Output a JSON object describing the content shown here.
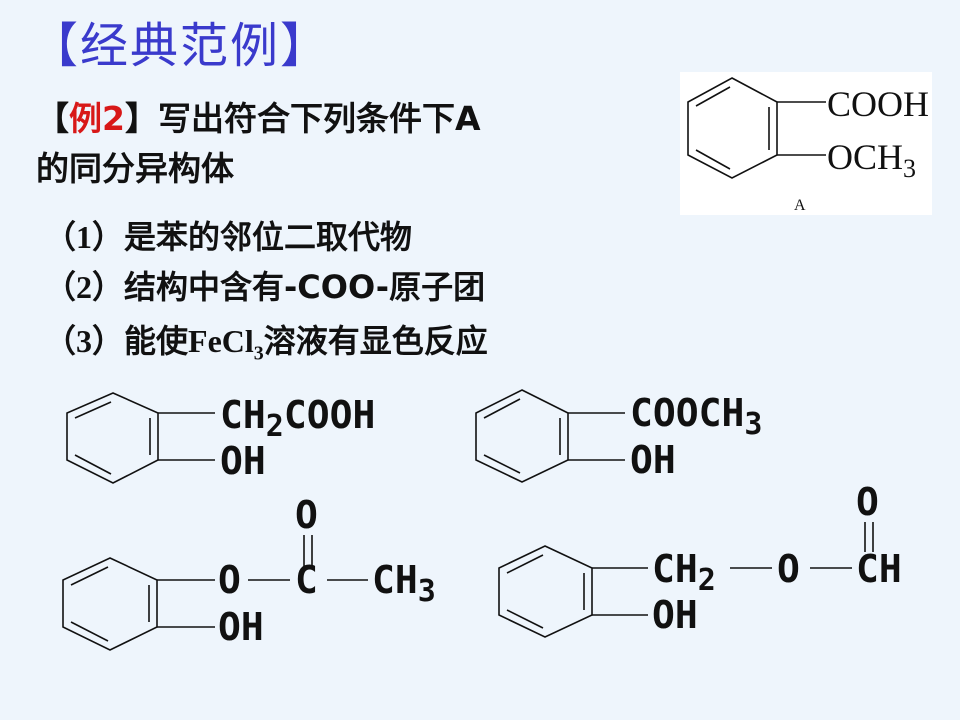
{
  "title": "【经典范例】",
  "example": {
    "open_bracket": "【",
    "label": "例2",
    "close_bracket": "】",
    "question_part1": "写出符合下列条件下A",
    "question_part2": "的同分异构体"
  },
  "conditions": [
    {
      "num": "（1）",
      "text": "是苯的邻位二取代物"
    },
    {
      "num": "（2）",
      "text": "结构中含有-COO-原子团"
    },
    {
      "num": "（3）",
      "text_before": "能使",
      "formula": "FeCl",
      "subscript": "3",
      "text_after": "溶液有显色反应"
    }
  ],
  "compound_a": {
    "group1": "COOH",
    "group2": "OCH",
    "group2_sub": "3",
    "label": "A"
  },
  "isomers": [
    {
      "group1": "CH",
      "group1_sub": "2",
      "group1_rest": "COOH",
      "group2": "OH"
    },
    {
      "group1": "COOCH",
      "group1_sub": "3",
      "group2": "OH"
    },
    {
      "o_link": "O",
      "carbonyl_c": "C",
      "carbonyl_o": "O",
      "methyl": "CH",
      "methyl_sub": "3",
      "group2": "OH"
    },
    {
      "ch2": "CH",
      "ch2_sub": "2",
      "o_link": "O",
      "formyl_ch": "CH",
      "carbonyl_o": "O",
      "group2": "OH"
    }
  ]
}
